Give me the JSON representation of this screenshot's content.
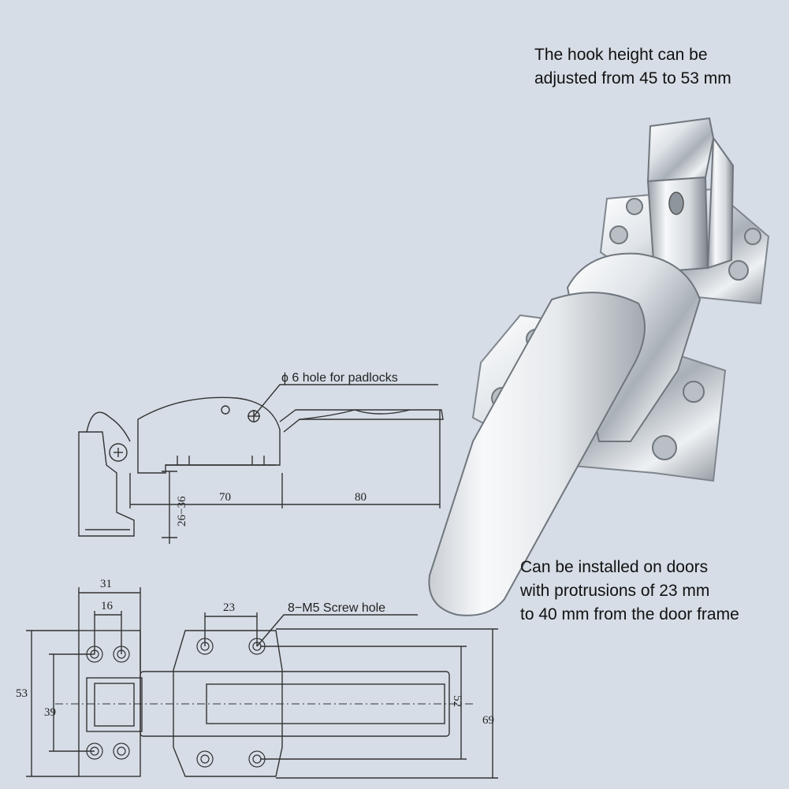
{
  "notes": {
    "top": [
      "The hook height can be",
      "adjusted from 45 to 53 mm"
    ],
    "bottom": [
      "Can be installed on doors",
      "with protrusions of 23 mm",
      "to 40 mm from the door frame"
    ]
  },
  "side_view": {
    "padlock_label": "ϕ 6 hole for padlocks",
    "dim_height": "26−36",
    "dim_70": "70",
    "dim_80": "80"
  },
  "top_view": {
    "dim_31": "31",
    "dim_16": "16",
    "dim_23": "23",
    "screw_label": "8−M5 Screw hole",
    "dim_53": "53",
    "dim_39": "39",
    "dim_52": "52",
    "dim_69": "69"
  },
  "colors": {
    "background": "#d6dde6",
    "line": "#333333",
    "chrome_light": "#f4f6f8",
    "chrome_dark": "#8e959c"
  }
}
